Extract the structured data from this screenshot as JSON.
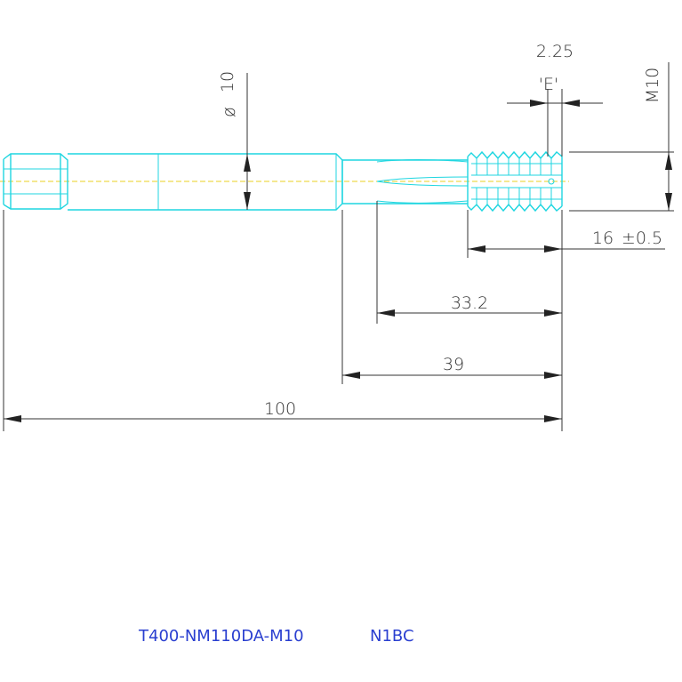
{
  "dimensions": {
    "overall_length": "100",
    "neck_length": "39",
    "flute_length": "33.2",
    "thread_length": "16",
    "thread_length_tol": "±0.5",
    "shank_diameter_symbol": "ø",
    "shank_diameter": "10",
    "thread_size": "M10",
    "chamfer": "2.25",
    "chamfer_ref": "'E'"
  },
  "title_block": {
    "part_number": "T400-NM110DA-M10",
    "variant": "N1BC"
  },
  "colors": {
    "tool_outline": "#1fd6e0",
    "centerline": "#e8d020",
    "dimension": "#333333",
    "title": "#2a3fd0"
  }
}
